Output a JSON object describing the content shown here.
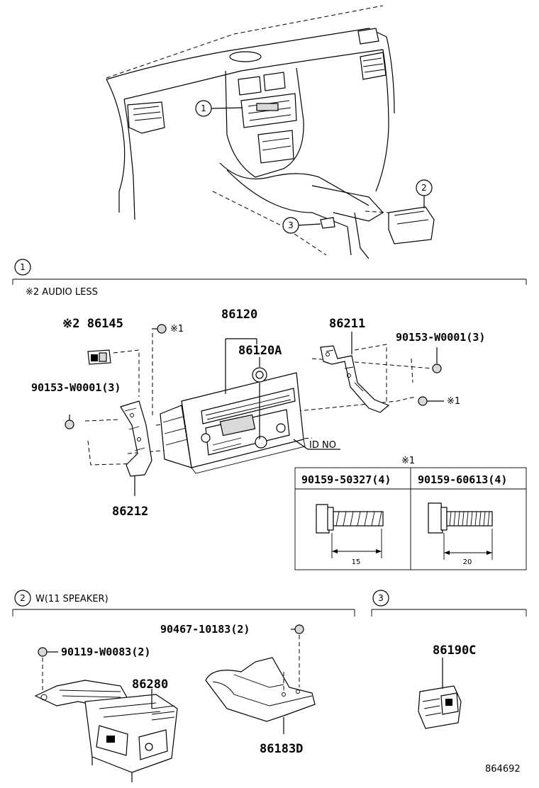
{
  "callouts": {
    "c1": "1",
    "c2": "2",
    "c3": "3"
  },
  "section1": {
    "number": "1",
    "note": "※2 AUDIO LESS",
    "parts": {
      "p86145": "※2 86145",
      "p86120": "86120",
      "p86120A": "86120A",
      "p86211": "86211",
      "p90153a": "90153-W0001(3)",
      "p90153b": "90153-W0001(3)",
      "p86212": "86212",
      "ref1a": "※1",
      "ref1b": "※1",
      "idno": "ID NO"
    },
    "table": {
      "ref": "※1",
      "col1": "90159-50327(4)",
      "col2": "90159-60613(4)",
      "dim1": "15",
      "dim2": "20"
    }
  },
  "section2": {
    "number": "2",
    "title": "W(11 SPEAKER)",
    "parts": {
      "p90467": "90467-10183(2)",
      "p90119": "90119-W0083(2)",
      "p86280": "86280",
      "p86183D": "86183D"
    }
  },
  "section3": {
    "number": "3",
    "parts": {
      "p86190C": "86190C"
    }
  },
  "figure_id": "864692"
}
